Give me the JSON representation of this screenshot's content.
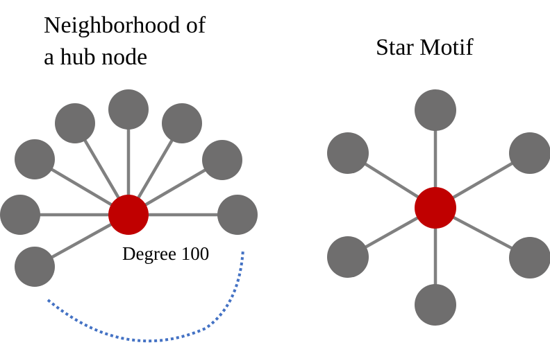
{
  "left": {
    "title_line1": "Neighborhood of",
    "title_line2": "a hub node",
    "degree_label": "Degree 100"
  },
  "right": {
    "title": "Star Motif"
  },
  "colors": {
    "hub": "#c00000",
    "leaf": "#6f6e6e",
    "edge": "#808080",
    "arc": "#4472c4"
  }
}
